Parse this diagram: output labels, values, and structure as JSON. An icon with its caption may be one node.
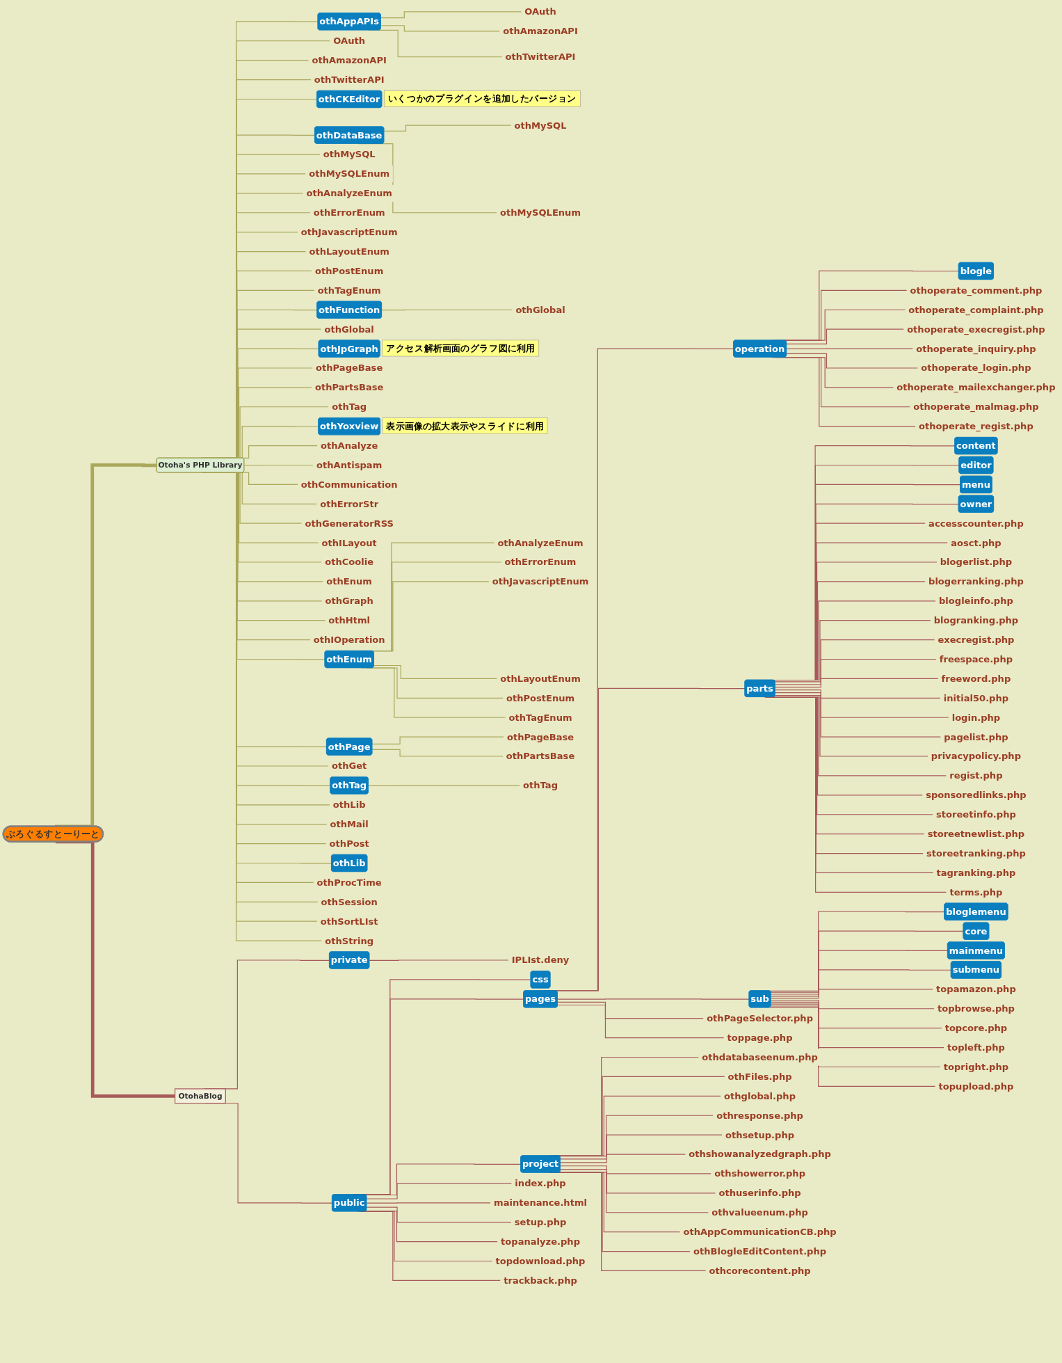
{
  "diagram": {
    "nodes": [
      {
        "text": [
          "ぶろぐるすとーりーと"
        ]
      },
      {
        "text": [
          "Otoha's PHP Library"
        ]
      },
      {
        "text": [
          "othAppAPIs"
        ]
      },
      {
        "text": [
          "OAuth"
        ]
      },
      {
        "text": [
          "othAmazonAPI"
        ]
      },
      {
        "text": [
          "othTwitterAPI"
        ]
      },
      {
        "text": [
          "OAuth"
        ]
      },
      {
        "text": [
          "othAmazonAPI"
        ]
      },
      {
        "text": [
          "othTwitterAPI"
        ]
      },
      {
        "text": [
          "othCKEditor"
        ],
        "beside": [
          "いくつかのプラグインを追加したバージョン"
        ]
      },
      {
        "text": [
          "othDataBase"
        ]
      },
      {
        "text": [
          "othMySQL"
        ]
      },
      {
        "text": [
          "othMySQLEnum"
        ]
      },
      {
        "text": [
          "othMySQL"
        ]
      },
      {
        "text": [
          "othMySQLEnum"
        ]
      },
      {
        "text": [
          "othAnalyzeEnum"
        ]
      },
      {
        "text": [
          "othErrorEnum"
        ]
      },
      {
        "text": [
          "othJavascriptEnum"
        ]
      },
      {
        "text": [
          "othLayoutEnum"
        ]
      },
      {
        "text": [
          "othPostEnum"
        ]
      },
      {
        "text": [
          "othTagEnum"
        ]
      },
      {
        "text": [
          "othFunction"
        ]
      },
      {
        "text": [
          "othGlobal"
        ]
      },
      {
        "text": [
          "othGlobal"
        ]
      },
      {
        "text": [
          "othJpGraph"
        ],
        "beside": [
          "アクセス解析画面のグラフ図に利用"
        ]
      },
      {
        "text": [
          "othPageBase"
        ]
      },
      {
        "text": [
          "othPartsBase"
        ]
      },
      {
        "text": [
          "othTag"
        ]
      },
      {
        "text": [
          "othYoxview"
        ],
        "beside": [
          "表示画像の拡大表示やスライドに利用"
        ]
      },
      {
        "text": [
          "othAnalyze"
        ]
      },
      {
        "text": [
          "othAntispam"
        ]
      },
      {
        "text": [
          "othCommunication"
        ]
      },
      {
        "text": [
          "othErrorStr"
        ]
      },
      {
        "text": [
          "othGeneratorRSS"
        ]
      },
      {
        "text": [
          "othILayout"
        ]
      },
      {
        "text": [
          "othCoolie"
        ]
      },
      {
        "text": [
          "othEnum"
        ]
      },
      {
        "text": [
          "othGraph"
        ]
      },
      {
        "text": [
          "othHtml"
        ]
      },
      {
        "text": [
          "othIOperation"
        ]
      },
      {
        "text": [
          "othEnum"
        ]
      },
      {
        "text": [
          "othAnalyzeEnum"
        ]
      },
      {
        "text": [
          "othErrorEnum"
        ]
      },
      {
        "text": [
          "othJavascriptEnum"
        ]
      },
      {
        "text": [
          "othLayoutEnum"
        ]
      },
      {
        "text": [
          "othPostEnum"
        ]
      },
      {
        "text": [
          "othTagEnum"
        ]
      },
      {
        "text": [
          "othPage"
        ]
      },
      {
        "text": [
          "othPageBase"
        ]
      },
      {
        "text": [
          "othPartsBase"
        ]
      },
      {
        "text": [
          "othGet"
        ]
      },
      {
        "text": [
          "othTag"
        ]
      },
      {
        "text": [
          "othTag"
        ]
      },
      {
        "text": [
          "othLib"
        ]
      },
      {
        "text": [
          "othMail"
        ]
      },
      {
        "text": [
          "othPost"
        ]
      },
      {
        "text": [
          "othLib"
        ]
      },
      {
        "text": [
          "othProcTime"
        ]
      },
      {
        "text": [
          "othSession"
        ]
      },
      {
        "text": [
          "othSortLIst"
        ]
      },
      {
        "text": [
          "othString"
        ]
      },
      {
        "text": [
          "OtohaBlog"
        ]
      },
      {
        "text": [
          "private"
        ]
      },
      {
        "text": [
          "IPLIst.deny"
        ]
      },
      {
        "text": [
          "public"
        ]
      },
      {
        "text": [
          "css"
        ]
      },
      {
        "text": [
          "pages"
        ]
      },
      {
        "text": [
          "operation"
        ]
      },
      {
        "text": [
          "blogle"
        ]
      },
      {
        "text": [
          "othoperate_comment.php"
        ]
      },
      {
        "text": [
          "othoperate_complaint.php"
        ]
      },
      {
        "text": [
          "othoperate_execregist.php"
        ]
      },
      {
        "text": [
          "othoperate_inquiry.php"
        ]
      },
      {
        "text": [
          "othoperate_login.php"
        ]
      },
      {
        "text": [
          "othoperate_mailexchanger.php"
        ]
      },
      {
        "text": [
          "othoperate_malmag.php"
        ]
      },
      {
        "text": [
          "othoperate_regist.php"
        ]
      },
      {
        "text": [
          "parts"
        ]
      },
      {
        "text": [
          "content"
        ]
      },
      {
        "text": [
          "editor"
        ]
      },
      {
        "text": [
          "menu"
        ]
      },
      {
        "text": [
          "owner"
        ]
      },
      {
        "text": [
          "accesscounter.php"
        ]
      },
      {
        "text": [
          "aosct.php"
        ]
      },
      {
        "text": [
          "blogerlist.php"
        ]
      },
      {
        "text": [
          "blogerranking.php"
        ]
      },
      {
        "text": [
          "blogleinfo.php"
        ]
      },
      {
        "text": [
          "blogranking.php"
        ]
      },
      {
        "text": [
          "execregist.php"
        ]
      },
      {
        "text": [
          "freespace.php"
        ]
      },
      {
        "text": [
          "freeword.php"
        ]
      },
      {
        "text": [
          "initial50.php"
        ]
      },
      {
        "text": [
          "login.php"
        ]
      },
      {
        "text": [
          "pagelist.php"
        ]
      },
      {
        "text": [
          "privacypolicy.php"
        ]
      },
      {
        "text": [
          "regist.php"
        ]
      },
      {
        "text": [
          "sponsoredlinks.php"
        ]
      },
      {
        "text": [
          "storeetinfo.php"
        ]
      },
      {
        "text": [
          "storeetnewlist.php"
        ]
      },
      {
        "text": [
          "storeetranking.php"
        ]
      },
      {
        "text": [
          "tagranking.php"
        ]
      },
      {
        "text": [
          "terms.php"
        ]
      },
      {
        "text": [
          "sub"
        ]
      },
      {
        "text": [
          "bloglemenu"
        ]
      },
      {
        "text": [
          "core"
        ]
      },
      {
        "text": [
          "mainmenu"
        ]
      },
      {
        "text": [
          "submenu"
        ]
      },
      {
        "text": [
          "topamazon.php"
        ]
      },
      {
        "text": [
          "topbrowse.php"
        ]
      },
      {
        "text": [
          "topcore.php"
        ]
      },
      {
        "text": [
          "topleft.php"
        ]
      },
      {
        "text": [
          "topright.php"
        ]
      },
      {
        "text": [
          "topupload.php"
        ]
      },
      {
        "text": [
          "othPageSelector.php"
        ]
      },
      {
        "text": [
          "toppage.php"
        ]
      },
      {
        "text": [
          "project"
        ]
      },
      {
        "text": [
          "othdatabaseenum.php"
        ]
      },
      {
        "text": [
          "othFiles.php"
        ]
      },
      {
        "text": [
          "othglobal.php"
        ]
      },
      {
        "text": [
          "othresponse.php"
        ]
      },
      {
        "text": [
          "othsetup.php"
        ]
      },
      {
        "text": [
          "othshowanalyzedgraph.php"
        ]
      },
      {
        "text": [
          "othshowerror.php"
        ]
      },
      {
        "text": [
          "othuserinfo.php"
        ]
      },
      {
        "text": [
          "othvalueenum.php"
        ]
      },
      {
        "text": [
          "othAppCommunicationCB.php"
        ]
      },
      {
        "text": [
          "othBlogleEditContent.php"
        ]
      },
      {
        "text": [
          "othcorecontent.php"
        ]
      },
      {
        "text": [
          "index.php"
        ]
      },
      {
        "text": [
          "maintenance.html"
        ]
      },
      {
        "text": [
          "setup.php"
        ]
      },
      {
        "text": [
          "topanalyze.php"
        ]
      },
      {
        "text": [
          "topdownload.php"
        ]
      },
      {
        "text": [
          "trackback.php"
        ]
      }
    ],
    "edges": [
      {
        "from": 0,
        "to": 1,
        "arrow": "none",
        "style": "thick",
        "color": "#a9a85c"
      },
      {
        "from": 1,
        "to": 2,
        "arrow": "none",
        "color": "#a9a85c"
      },
      {
        "from": 2,
        "to": 3,
        "arrow": "none",
        "color": "#a9a85c"
      },
      {
        "from": 2,
        "to": 4,
        "arrow": "none",
        "color": "#a9a85c"
      },
      {
        "from": 2,
        "to": 5,
        "arrow": "none",
        "color": "#a9a85c"
      },
      {
        "from": 1,
        "to": 6,
        "arrow": "none",
        "color": "#a9a85c"
      },
      {
        "from": 1,
        "to": 7,
        "arrow": "none",
        "color": "#a9a85c"
      },
      {
        "from": 1,
        "to": 8,
        "arrow": "none",
        "color": "#a9a85c"
      },
      {
        "from": 1,
        "to": 9,
        "arrow": "none",
        "color": "#a9a85c"
      },
      {
        "from": 1,
        "to": 10,
        "arrow": "none",
        "color": "#a9a85c"
      },
      {
        "from": 10,
        "to": 11,
        "arrow": "none",
        "color": "#a9a85c"
      },
      {
        "from": 10,
        "to": 12,
        "arrow": "none",
        "color": "#a9a85c"
      },
      {
        "from": 1,
        "to": 13,
        "arrow": "none",
        "color": "#a9a85c"
      },
      {
        "from": 1,
        "to": 14,
        "arrow": "none",
        "color": "#a9a85c"
      },
      {
        "from": 1,
        "to": 15,
        "arrow": "none",
        "color": "#a9a85c"
      },
      {
        "from": 1,
        "to": 16,
        "arrow": "none",
        "color": "#a9a85c"
      },
      {
        "from": 1,
        "to": 17,
        "arrow": "none",
        "color": "#a9a85c"
      },
      {
        "from": 1,
        "to": 18,
        "arrow": "none",
        "color": "#a9a85c"
      },
      {
        "from": 1,
        "to": 19,
        "arrow": "none",
        "color": "#a9a85c"
      },
      {
        "from": 1,
        "to": 20,
        "arrow": "none",
        "color": "#a9a85c"
      },
      {
        "from": 1,
        "to": 21,
        "arrow": "none",
        "color": "#a9a85c"
      },
      {
        "from": 21,
        "to": 22,
        "arrow": "none",
        "color": "#a9a85c"
      },
      {
        "from": 1,
        "to": 23,
        "arrow": "none",
        "color": "#a9a85c"
      },
      {
        "from": 1,
        "to": 24,
        "arrow": "none",
        "color": "#a9a85c"
      },
      {
        "from": 1,
        "to": 25,
        "arrow": "none",
        "color": "#a9a85c"
      },
      {
        "from": 1,
        "to": 26,
        "arrow": "none",
        "color": "#a9a85c"
      },
      {
        "from": 1,
        "to": 27,
        "arrow": "none",
        "color": "#a9a85c"
      },
      {
        "from": 1,
        "to": 28,
        "arrow": "none",
        "color": "#a9a85c"
      },
      {
        "from": 1,
        "to": 29,
        "arrow": "none",
        "color": "#a9a85c"
      },
      {
        "from": 1,
        "to": 30,
        "arrow": "none",
        "color": "#a9a85c"
      },
      {
        "from": 1,
        "to": 31,
        "arrow": "none",
        "color": "#a9a85c"
      },
      {
        "from": 1,
        "to": 32,
        "arrow": "none",
        "color": "#a9a85c"
      },
      {
        "from": 1,
        "to": 33,
        "arrow": "none",
        "color": "#a9a85c"
      },
      {
        "from": 1,
        "to": 34,
        "arrow": "none",
        "color": "#a9a85c"
      },
      {
        "from": 1,
        "to": 35,
        "arrow": "none",
        "color": "#a9a85c"
      },
      {
        "from": 1,
        "to": 36,
        "arrow": "none",
        "color": "#a9a85c"
      },
      {
        "from": 1,
        "to": 37,
        "arrow": "none",
        "color": "#a9a85c"
      },
      {
        "from": 1,
        "to": 38,
        "arrow": "none",
        "color": "#a9a85c"
      },
      {
        "from": 1,
        "to": 39,
        "arrow": "none",
        "color": "#a9a85c"
      },
      {
        "from": 1,
        "to": 40,
        "arrow": "none",
        "color": "#a9a85c"
      },
      {
        "from": 40,
        "to": 41,
        "arrow": "none",
        "color": "#a9a85c"
      },
      {
        "from": 40,
        "to": 42,
        "arrow": "none",
        "color": "#a9a85c"
      },
      {
        "from": 40,
        "to": 43,
        "arrow": "none",
        "color": "#a9a85c"
      },
      {
        "from": 40,
        "to": 44,
        "arrow": "none",
        "color": "#a9a85c"
      },
      {
        "from": 40,
        "to": 45,
        "arrow": "none",
        "color": "#a9a85c"
      },
      {
        "from": 40,
        "to": 46,
        "arrow": "none",
        "color": "#a9a85c"
      },
      {
        "from": 1,
        "to": 47,
        "arrow": "none",
        "color": "#a9a85c"
      },
      {
        "from": 47,
        "to": 48,
        "arrow": "none",
        "color": "#a9a85c"
      },
      {
        "from": 47,
        "to": 49,
        "arrow": "none",
        "color": "#a9a85c"
      },
      {
        "from": 1,
        "to": 50,
        "arrow": "none",
        "color": "#a9a85c"
      },
      {
        "from": 1,
        "to": 51,
        "arrow": "none",
        "color": "#a9a85c"
      },
      {
        "from": 51,
        "to": 52,
        "arrow": "none",
        "color": "#a9a85c"
      },
      {
        "from": 1,
        "to": 53,
        "arrow": "none",
        "color": "#a9a85c"
      },
      {
        "from": 1,
        "to": 54,
        "arrow": "none",
        "color": "#a9a85c"
      },
      {
        "from": 1,
        "to": 55,
        "arrow": "none",
        "color": "#a9a85c"
      },
      {
        "from": 1,
        "to": 56,
        "arrow": "none",
        "color": "#a9a85c"
      },
      {
        "from": 1,
        "to": 57,
        "arrow": "none",
        "color": "#a9a85c"
      },
      {
        "from": 1,
        "to": 58,
        "arrow": "none",
        "color": "#a9a85c"
      },
      {
        "from": 1,
        "to": 59,
        "arrow": "none",
        "color": "#a9a85c"
      },
      {
        "from": 1,
        "to": 60,
        "arrow": "none",
        "color": "#a9a85c"
      },
      {
        "from": 0,
        "to": 61,
        "arrow": "none",
        "style": "thick"
      },
      {
        "from": 61,
        "to": 62,
        "arrow": "none"
      },
      {
        "from": 62,
        "to": 63,
        "arrow": "none"
      },
      {
        "from": 61,
        "to": 64,
        "arrow": "none"
      },
      {
        "from": 64,
        "to": 65,
        "arrow": "none"
      },
      {
        "from": 64,
        "to": 66,
        "arrow": "none"
      },
      {
        "from": 66,
        "to": 67,
        "arrow": "none"
      },
      {
        "from": 67,
        "to": 68,
        "arrow": "none"
      },
      {
        "from": 67,
        "to": 69,
        "arrow": "none"
      },
      {
        "from": 67,
        "to": 70,
        "arrow": "none"
      },
      {
        "from": 67,
        "to": 71,
        "arrow": "none"
      },
      {
        "from": 67,
        "to": 72,
        "arrow": "none"
      },
      {
        "from": 67,
        "to": 73,
        "arrow": "none"
      },
      {
        "from": 67,
        "to": 74,
        "arrow": "none"
      },
      {
        "from": 67,
        "to": 75,
        "arrow": "none"
      },
      {
        "from": 67,
        "to": 76,
        "arrow": "none"
      },
      {
        "from": 66,
        "to": 77,
        "arrow": "none"
      },
      {
        "from": 77,
        "to": 78,
        "arrow": "none"
      },
      {
        "from": 77,
        "to": 79,
        "arrow": "none"
      },
      {
        "from": 77,
        "to": 80,
        "arrow": "none"
      },
      {
        "from": 77,
        "to": 81,
        "arrow": "none"
      },
      {
        "from": 77,
        "to": 82,
        "arrow": "none"
      },
      {
        "from": 77,
        "to": 83,
        "arrow": "none"
      },
      {
        "from": 77,
        "to": 84,
        "arrow": "none"
      },
      {
        "from": 77,
        "to": 85,
        "arrow": "none"
      },
      {
        "from": 77,
        "to": 86,
        "arrow": "none"
      },
      {
        "from": 77,
        "to": 87,
        "arrow": "none"
      },
      {
        "from": 77,
        "to": 88,
        "arrow": "none"
      },
      {
        "from": 77,
        "to": 89,
        "arrow": "none"
      },
      {
        "from": 77,
        "to": 90,
        "arrow": "none"
      },
      {
        "from": 77,
        "to": 91,
        "arrow": "none"
      },
      {
        "from": 77,
        "to": 92,
        "arrow": "none"
      },
      {
        "from": 77,
        "to": 93,
        "arrow": "none"
      },
      {
        "from": 77,
        "to": 94,
        "arrow": "none"
      },
      {
        "from": 77,
        "to": 95,
        "arrow": "none"
      },
      {
        "from": 77,
        "to": 96,
        "arrow": "none"
      },
      {
        "from": 77,
        "to": 97,
        "arrow": "none"
      },
      {
        "from": 77,
        "to": 98,
        "arrow": "none"
      },
      {
        "from": 77,
        "to": 99,
        "arrow": "none"
      },
      {
        "from": 77,
        "to": 100,
        "arrow": "none"
      },
      {
        "from": 77,
        "to": 101,
        "arrow": "none"
      },
      {
        "from": 66,
        "to": 102,
        "arrow": "none"
      },
      {
        "from": 102,
        "to": 103,
        "arrow": "none"
      },
      {
        "from": 102,
        "to": 104,
        "arrow": "none"
      },
      {
        "from": 102,
        "to": 105,
        "arrow": "none"
      },
      {
        "from": 102,
        "to": 106,
        "arrow": "none"
      },
      {
        "from": 102,
        "to": 107,
        "arrow": "none"
      },
      {
        "from": 102,
        "to": 108,
        "arrow": "none"
      },
      {
        "from": 102,
        "to": 109,
        "arrow": "none"
      },
      {
        "from": 102,
        "to": 110,
        "arrow": "none"
      },
      {
        "from": 102,
        "to": 111,
        "arrow": "none"
      },
      {
        "from": 102,
        "to": 112,
        "arrow": "none"
      },
      {
        "from": 66,
        "to": 113,
        "arrow": "none"
      },
      {
        "from": 66,
        "to": 114,
        "arrow": "none"
      },
      {
        "from": 64,
        "to": 115,
        "arrow": "none"
      },
      {
        "from": 115,
        "to": 116,
        "arrow": "none"
      },
      {
        "from": 115,
        "to": 117,
        "arrow": "none"
      },
      {
        "from": 115,
        "to": 118,
        "arrow": "none"
      },
      {
        "from": 115,
        "to": 119,
        "arrow": "none"
      },
      {
        "from": 115,
        "to": 120,
        "arrow": "none"
      },
      {
        "from": 115,
        "to": 121,
        "arrow": "none"
      },
      {
        "from": 115,
        "to": 122,
        "arrow": "none"
      },
      {
        "from": 115,
        "to": 123,
        "arrow": "none"
      },
      {
        "from": 115,
        "to": 124,
        "arrow": "none"
      },
      {
        "from": 115,
        "to": 125,
        "arrow": "none"
      },
      {
        "from": 115,
        "to": 126,
        "arrow": "none"
      },
      {
        "from": 115,
        "to": 127,
        "arrow": "none"
      },
      {
        "from": 64,
        "to": 128,
        "arrow": "none"
      },
      {
        "from": 64,
        "to": 129,
        "arrow": "none"
      },
      {
        "from": 64,
        "to": 130,
        "arrow": "none"
      },
      {
        "from": 64,
        "to": 131,
        "arrow": "none"
      },
      {
        "from": 64,
        "to": 132,
        "arrow": "none"
      },
      {
        "from": 64,
        "to": 133,
        "arrow": "none"
      }
    ]
  }
}
